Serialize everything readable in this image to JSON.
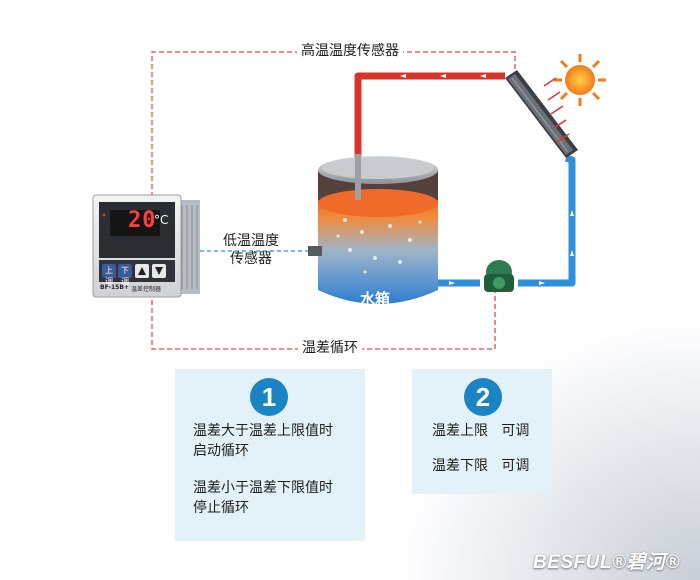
{
  "labels": {
    "high_sensor": "高温温度传感器",
    "low_sensor_line1": "低温温度",
    "low_sensor_line2": "传感器",
    "temp_diff_cycle": "温差循环",
    "tank": "水箱"
  },
  "controller": {
    "display": "20",
    "unit": "°C",
    "model": "BF-15B+",
    "name": "温差控制器",
    "up_button": "上调",
    "down_button": "下调"
  },
  "panels": [
    {
      "number": "1",
      "lines": [
        "温差大于温差上限值时",
        "启动循环",
        "温差小于温差下限值时",
        "停止循环"
      ]
    },
    {
      "number": "2",
      "lines": [
        "温差上限   可调",
        "温差下限   可调"
      ]
    }
  ],
  "brand": {
    "text": "BESFUL®碧河®"
  },
  "colors": {
    "hot_pipe": "#d9342b",
    "cold_pipe": "#2f8fd8",
    "sensor_line": "#e04848",
    "badge": "#1b84c4",
    "panel_bg": "#e3f1f9"
  }
}
